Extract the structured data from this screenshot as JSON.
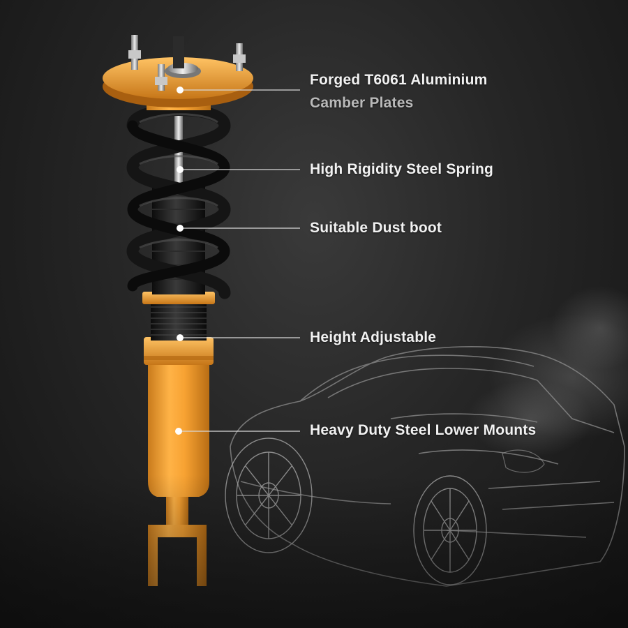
{
  "features": [
    {
      "id": "camber-plates",
      "line1": "Forged T6061 Aluminium",
      "line2": "Camber Plates"
    },
    {
      "id": "steel-spring",
      "line1": "High Rigidity Steel Spring"
    },
    {
      "id": "dust-boot",
      "line1": "Suitable Dust boot"
    },
    {
      "id": "height-adjustable",
      "line1": "Height Adjustable"
    },
    {
      "id": "lower-mounts",
      "line1": "Heavy Duty Steel Lower Mounts"
    }
  ],
  "colors": {
    "accent_orange": "#f2a33a",
    "spring_black": "#151515",
    "callout_line": "#d8d8d8",
    "label_text": "#f2f2f2"
  }
}
